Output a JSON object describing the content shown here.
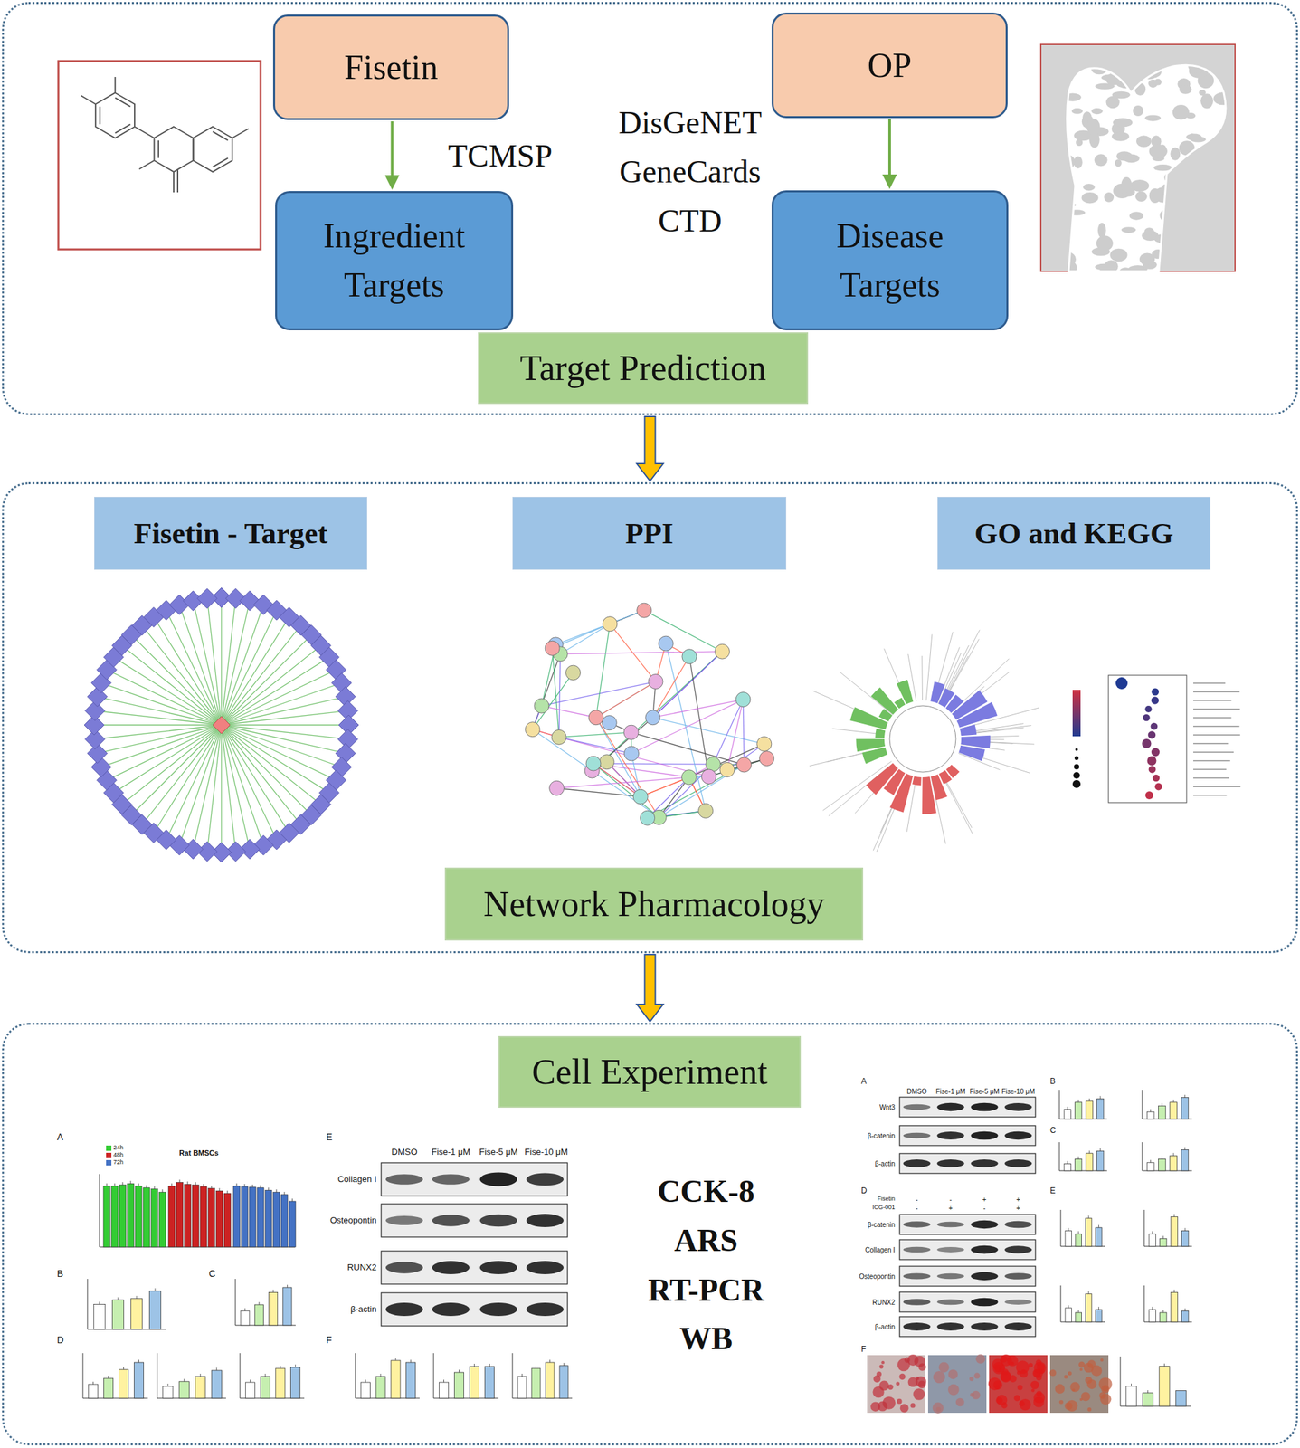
{
  "diagram": {
    "nodes": [
      {
        "text": [
          "Target Prediction"
        ]
      },
      {
        "text": [
          "Fisetin"
        ],
        "in": 0
      },
      {
        "text": [
          "Ingredient Targets"
        ],
        "in": 0
      },
      {
        "text": [
          "OP"
        ],
        "in": 0
      },
      {
        "text": [
          "Disease Targets"
        ],
        "in": 0
      },
      {
        "text": [
          "Network Pharmacology"
        ]
      },
      {
        "text": [
          "Fisetin - Target"
        ],
        "in": 5
      },
      {
        "text": [
          "PPI"
        ],
        "in": 5
      },
      {
        "text": [
          "GO and KEGG"
        ],
        "in": 5
      },
      {
        "text": [
          "Cell Experiment"
        ]
      }
    ],
    "edges": [
      {
        "from": 1,
        "to": 2,
        "label": "TCMSP",
        "arrow": "to"
      },
      {
        "from": 3,
        "to": 4,
        "arrow": "to"
      },
      {
        "from": 0,
        "to": 5,
        "arrow": "to"
      },
      {
        "from": 5,
        "to": 9,
        "arrow": "to"
      }
    ],
    "labels": [
      "DisGeNET",
      "GeneCards",
      "CTD",
      "CCK-8",
      "ARS",
      "RT-PCR",
      "WB",
      "A",
      "Rat BMSCs",
      "B",
      "C",
      "D",
      "E",
      "DMSO",
      "Fise-1 μM",
      "Fise-5 μM",
      "Fise-10 μM",
      "Collagen I",
      "Osteopontin",
      "RUNX2",
      "β-actin",
      "F",
      "A",
      "DMSO",
      "Fise-1 μM",
      "Fise-5 μM",
      "Fise-10 μM",
      "Wnt3",
      "β-catenin",
      "β-actin",
      "B",
      "C",
      "D",
      "Fisetin",
      "-",
      "-",
      "+",
      "+",
      "ICG-001",
      "-",
      "+",
      "-",
      "+",
      "β-catenin",
      "Collagen I",
      "Osteopontin",
      "RUNX2",
      "β-actin",
      "E",
      "F"
    ],
    "legend": [
      {
        "text": "24h",
        "color": "#33cc33"
      },
      {
        "text": "48h",
        "color": "#cc2222"
      },
      {
        "text": "72h",
        "color": "#4472c4"
      }
    ]
  }
}
